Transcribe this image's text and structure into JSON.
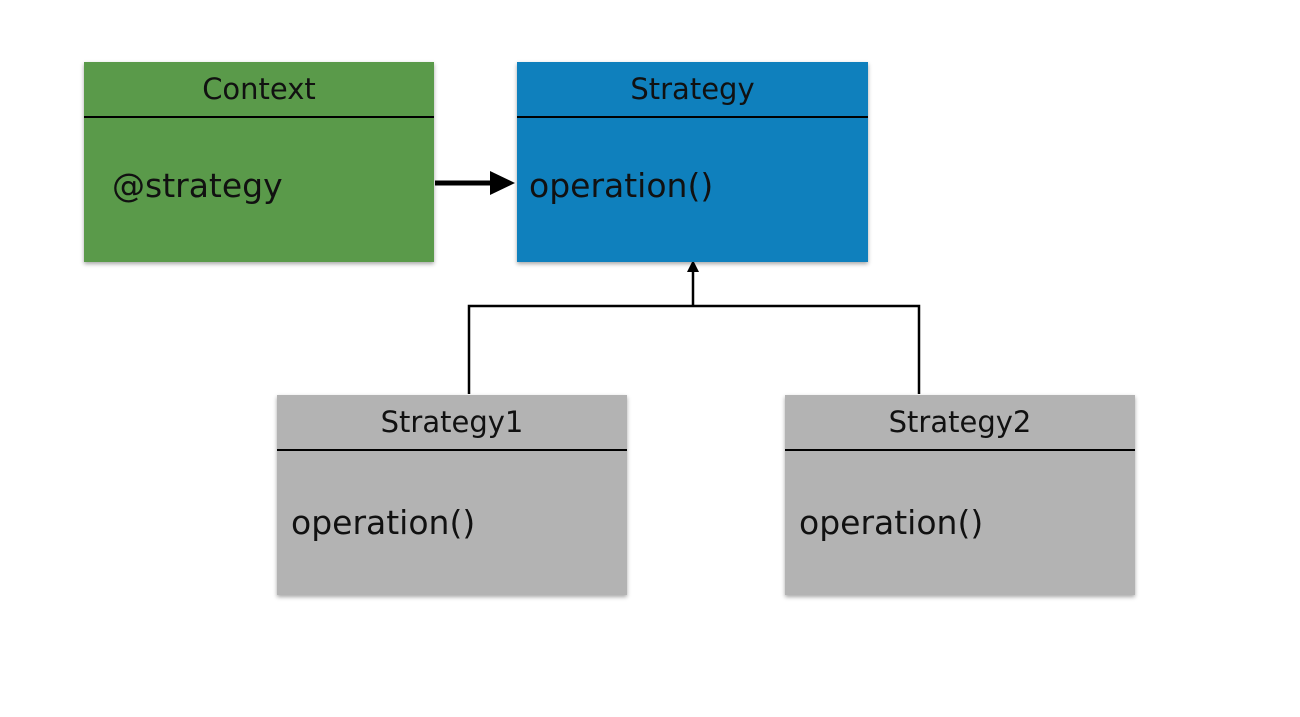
{
  "colors": {
    "context": "#5a9a4a",
    "strategy": "#0f80bd",
    "concrete": "#b3b3b3",
    "line": "#000000"
  },
  "boxes": {
    "context": {
      "name": "Context",
      "member": "@strategy"
    },
    "strategy": {
      "name": "Strategy",
      "member": "operation()"
    },
    "strategy1": {
      "name": "Strategy1",
      "member": "operation()"
    },
    "strategy2": {
      "name": "Strategy2",
      "member": "operation()"
    }
  }
}
